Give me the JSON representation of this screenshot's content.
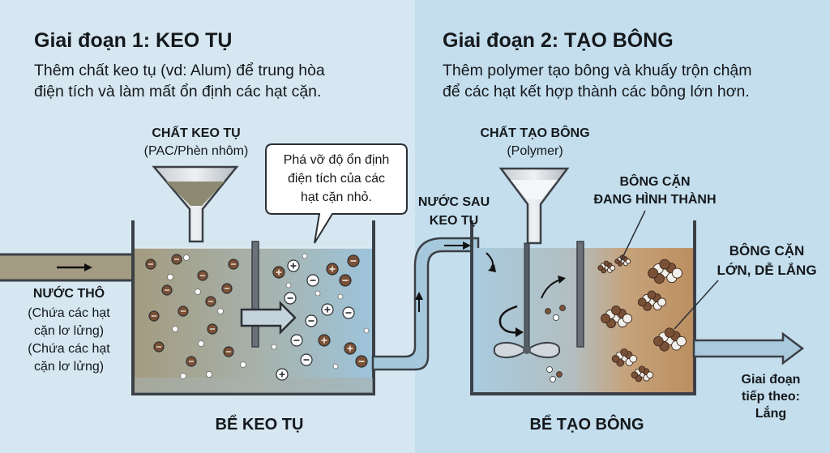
{
  "stage1": {
    "title": "Giai đoạn 1: KEO TỤ",
    "desc_line1": "Thêm chất keo tụ (vd: Alum) để trung hòa",
    "desc_line2": "điện tích và làm mất ổn định các hạt cặn."
  },
  "stage2": {
    "title": "Giai đoạn 2: TẠO BÔNG",
    "desc_line1": "Thêm polymer tạo bông và khuấy trộn chậm",
    "desc_line2": "để các hạt kết hợp thành các bông lớn hơn."
  },
  "coagulant": {
    "label": "CHẤT KEO TỤ",
    "sub": "(PAC/Phèn nhôm)"
  },
  "bubble": {
    "line1": "Phá vỡ độ ổn định",
    "line2": "điện tích của các",
    "line3": "hạt cặn nhỏ."
  },
  "raw_water": {
    "label": "NƯỚC THÔ",
    "lines": [
      "(Chứa các hạt",
      "cặn lơ lửng)",
      "(Chứa các hạt",
      "cặn lơ lửng)"
    ]
  },
  "after_coag": {
    "line1": "NƯỚC SAU",
    "line2": "KEO TỤ"
  },
  "flocculant": {
    "label": "CHẤT TẠO BÔNG",
    "sub": "(Polymer)"
  },
  "floc_forming": {
    "line1": "BÔNG CẶN",
    "line2": "ĐANG HÌNH THÀNH"
  },
  "floc_large": {
    "line1": "BÔNG CẶN",
    "line2": "LỚN, DỄ LẮNG"
  },
  "next_stage": {
    "line1": "Giai đoạn",
    "line2": "tiếp theo:",
    "line3": "Lắng"
  },
  "tank1_label": "BỂ KEO TỤ",
  "tank2_label": "BỂ TẠO BÔNG",
  "colors": {
    "water_raw": "#a49c82",
    "water_clear": "#a3c9df",
    "floc_water": "#c29b6d",
    "particle": "#7a5036",
    "outline": "#3b4046"
  },
  "icons": [
    "funnel-icon",
    "flow-arrow-icon",
    "mixer-paddle-icon",
    "rotation-arrow-icon",
    "pipe",
    "speech-bubble"
  ]
}
